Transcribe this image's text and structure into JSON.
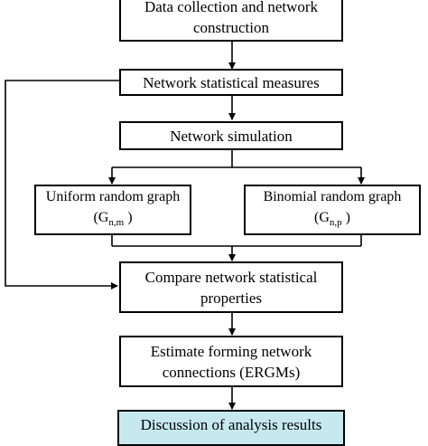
{
  "flowchart": {
    "data_collection": {
      "line1": "Data collection and network",
      "line2": "construction"
    },
    "statistical_measures": {
      "label": "Network statistical measures"
    },
    "simulation": {
      "label": "Network simulation"
    },
    "uniform_graph": {
      "label": "Uniform random graph",
      "symbol": "G",
      "subscript": "n,m"
    },
    "binomial_graph": {
      "label": "Binomial random graph",
      "symbol": "G",
      "subscript": "n,p"
    },
    "compare": {
      "line1": "Compare network statistical",
      "line2": "properties"
    },
    "estimate": {
      "line1": "Estimate forming network",
      "line2": "connections (ERGMs)"
    },
    "discussion": {
      "label": "Discussion of analysis results",
      "fill": "#c6e9ef"
    }
  },
  "colors": {
    "stroke": "#000000",
    "background": "#ffffff"
  }
}
